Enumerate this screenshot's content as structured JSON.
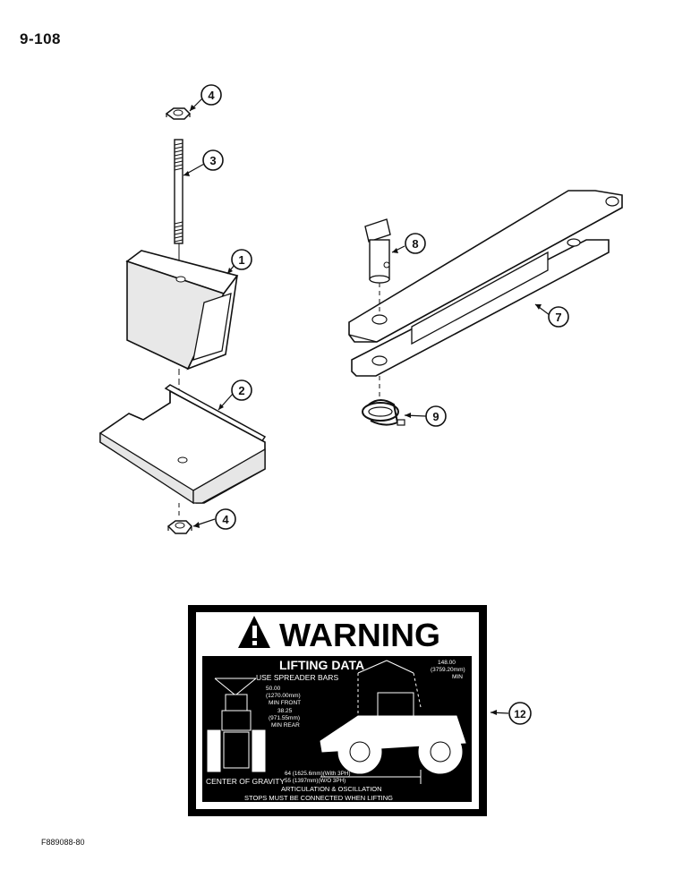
{
  "page": {
    "number": "9-108",
    "figure_code": "F889088-80"
  },
  "callouts": {
    "c1": "1",
    "c2": "2",
    "c3": "3",
    "c4_top": "4",
    "c4_bottom": "4",
    "c7": "7",
    "c8": "8",
    "c9": "9",
    "c12": "12"
  },
  "decal": {
    "warning": "WARNING",
    "title": "LIFTING DATA",
    "use_spreader_bars": "USE SPREADER BARS",
    "front_in": "50.00",
    "front_mm": "(1270.00mm)",
    "front_label": "MIN FRONT",
    "rear_in": "38.25",
    "rear_mm": "(971.55mm)",
    "rear_label": "MIN REAR",
    "top_in": "148.00",
    "top_mm": "(3759.20mm)",
    "top_label": "MIN",
    "cog_label": "CENTER OF GRAVITY",
    "cog_line1": "64  (1625.6mm)(With 3PH)",
    "cog_line2": "55  (1397mm)(W/O 3PH)",
    "footer1": "ARTICULATION & OSCILLATION",
    "footer2": "STOPS MUST BE CONNECTED WHEN LIFTING"
  }
}
